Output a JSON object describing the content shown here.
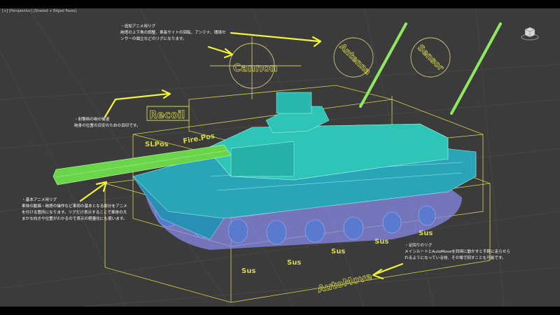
{
  "viewport": {
    "label_parts": [
      "[+]",
      "[Perspective]",
      "[Shaded + Edged Faces]"
    ],
    "background": "#3b3b3b",
    "grid_color": "#4a4a4a",
    "rig_color": "#d8d84a",
    "mesh_color": "#2fc4b8",
    "wheel_color": "#8a8ae8",
    "barrel_color": "#6ad44a"
  },
  "rig_labels": {
    "cannon": "Cannon",
    "antenna": "Antenna",
    "sensor": "Sensor",
    "recoil": "Recoil",
    "slpos": "SLPos",
    "firepos": "Fire.Pos",
    "sus": "Sus",
    "automove": "AutoMove"
  },
  "annotations": {
    "additional_rig": {
      "title": "・追加アニメ用リグ",
      "lines": [
        "砲塔の上下角の調整、車長サイトの回転、アンテナ、環境セ",
        "ンサーの個立などのリグになります。"
      ]
    },
    "recoil_rig": {
      "title": "・射撃時の砲の後退",
      "lines": [
        "砲身の位置の目安のための目印です。"
      ]
    },
    "basic_rig": {
      "title": "・基本アニメ用リグ",
      "lines": [
        "車体の動揺・砲塔の操作など車両の基本となる部分をアニメ",
        "を付ける箇所になります。リグだけ表示することで車体の大",
        "まかな向きや位置がわかるので表示の軽量化にも使います。"
      ]
    },
    "track_rig": {
      "title": "・足回りのリグ",
      "lines": [
        "メインルートとAutoMoveを同時に動かすと手軽に走らせら",
        "れるようになっている他、その場で回すことも可能です。"
      ]
    }
  }
}
